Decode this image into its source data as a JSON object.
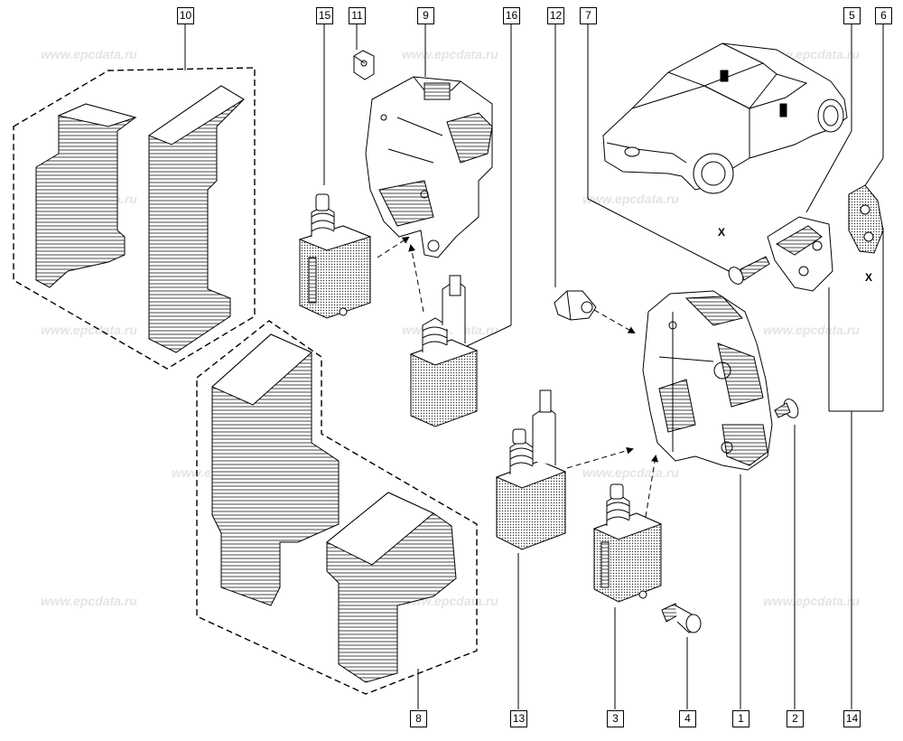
{
  "watermark": "www.epcdata.ru",
  "callouts": {
    "c1": "1",
    "c2": "2",
    "c3": "3",
    "c4": "4",
    "c5": "5",
    "c6": "6",
    "c7": "7",
    "c8": "8",
    "c9": "9",
    "c10": "10",
    "c11": "11",
    "c12": "12",
    "c13": "13",
    "c14": "14",
    "c15": "15",
    "c16": "16"
  },
  "x_marks": [
    "X",
    "X"
  ]
}
